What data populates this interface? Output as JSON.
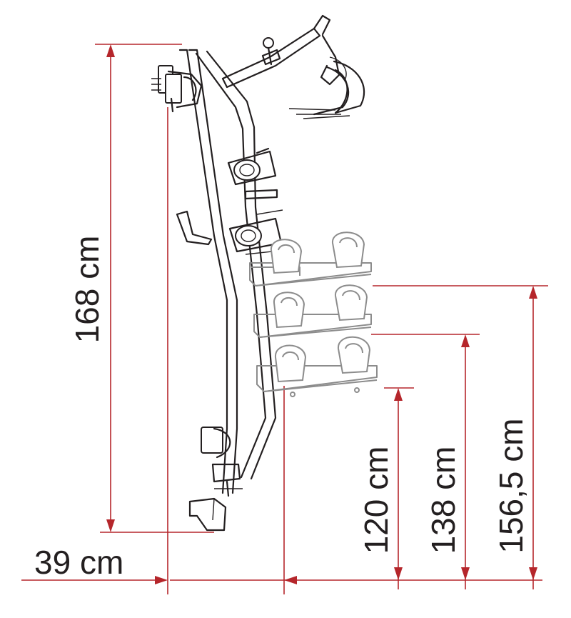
{
  "dimensions": {
    "overall_height": "168 cm",
    "depth": "39 cm",
    "support_1": "120 cm",
    "support_2": "138 cm",
    "support_3": "156,5 cm"
  },
  "colors": {
    "dimension_lines": "#b5262b",
    "drawing_ink": "#231f20",
    "bike_supports": "#8c8c8c"
  }
}
